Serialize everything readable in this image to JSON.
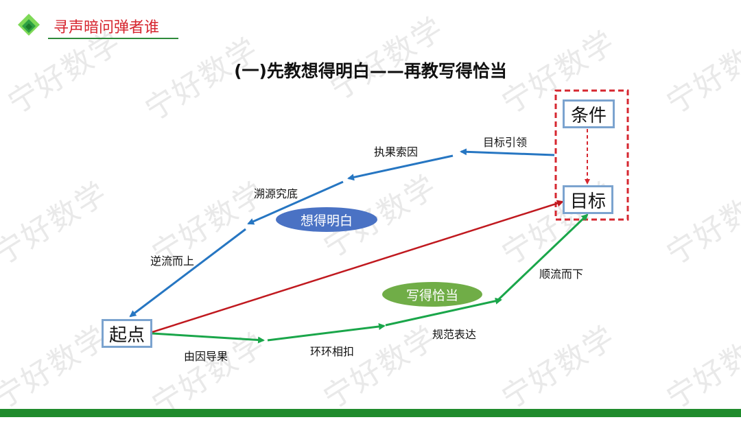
{
  "header": {
    "title": "寻声暗问弹者谁"
  },
  "main_title": "(一)先教想得明白——再教写得恰当",
  "watermark": "宁好数学",
  "nodes": {
    "condition": "条件",
    "goal": "目标",
    "start": "起点"
  },
  "edge_labels": {
    "goal_guide": "目标引领",
    "cause_from_effect": "执果索因",
    "trace_source": "溯源究底",
    "against_flow": "逆流而上",
    "effect_from_cause": "由因导果",
    "linked": "环环相扣",
    "standard": "规范表达",
    "with_flow": "顺流而下"
  },
  "ovals": {
    "think": "想得明白",
    "write": "写得恰当"
  },
  "colors": {
    "accent_red": "#d6262f",
    "blue_path": "#2676c2",
    "green_path": "#1aa64a",
    "red_path": "#c0191f",
    "think_oval": "#4a72c4",
    "write_oval": "#70ad47"
  }
}
